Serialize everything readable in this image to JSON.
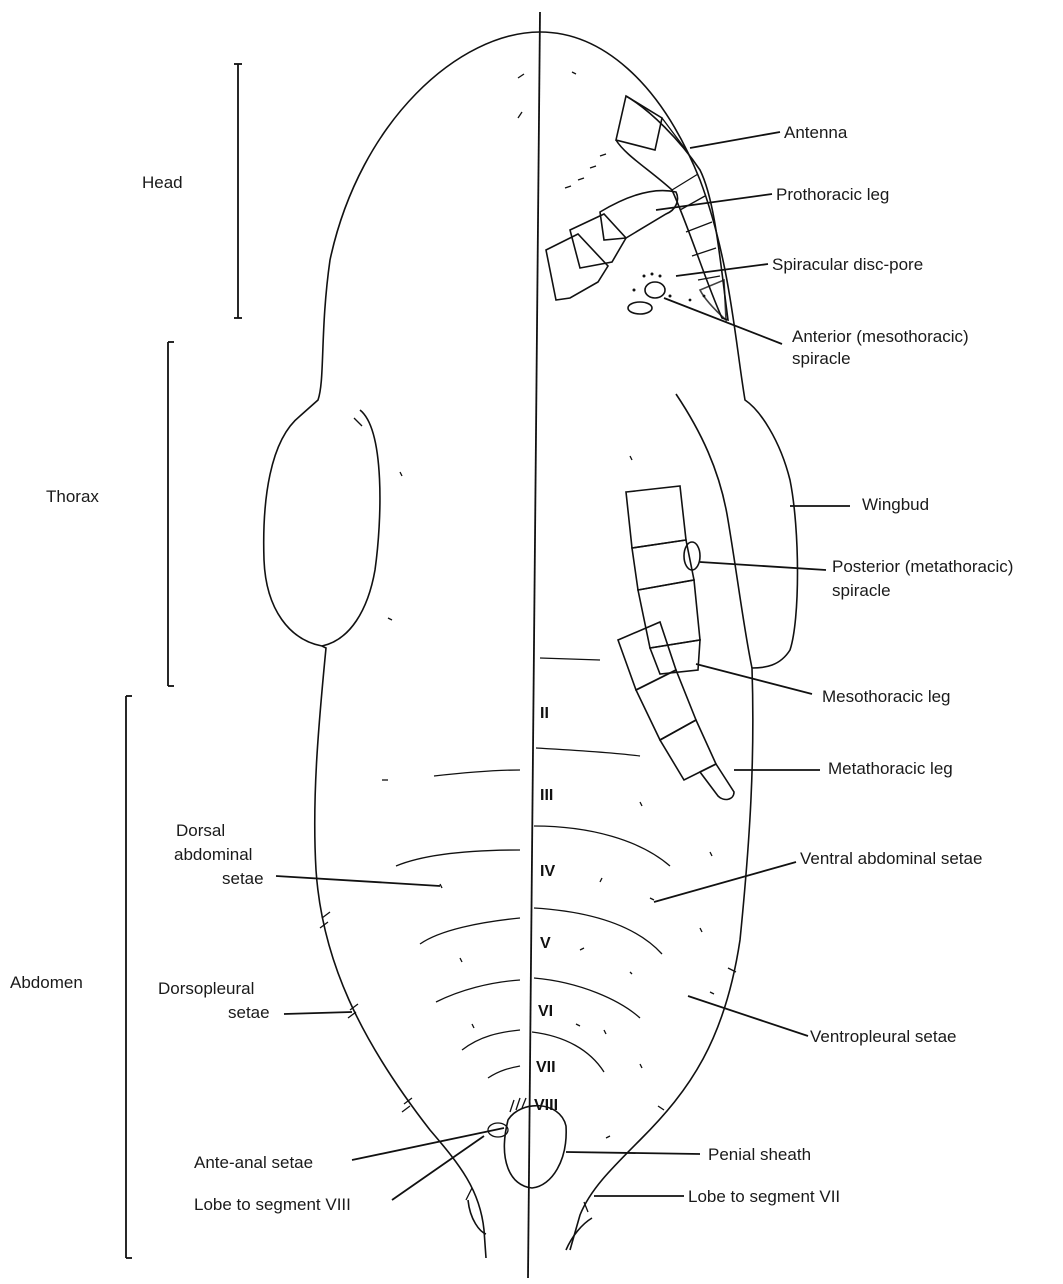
{
  "regions": {
    "head": "Head",
    "thorax": "Thorax",
    "abdomen": "Abdomen"
  },
  "labels": {
    "antenna": "Antenna",
    "prothoracic_leg": "Prothoracic leg",
    "spiracular_disc_pore": "Spiracular disc-pore",
    "anterior_spiracle_1": "Anterior (mesothoracic)",
    "anterior_spiracle_2": "spiracle",
    "wingbud": "Wingbud",
    "posterior_spiracle_1": "Posterior (metathoracic)",
    "posterior_spiracle_2": "spiracle",
    "mesothoracic_leg": "Mesothoracic leg",
    "metathoracic_leg": "Metathoracic leg",
    "ventral_abdominal_setae": "Ventral abdominal setae",
    "ventropleural_setae": "Ventropleural setae",
    "penial_sheath": "Penial sheath",
    "lobe_segment_vii": "Lobe to segment VII",
    "dorsal_abdominal_setae_1": "Dorsal",
    "dorsal_abdominal_setae_2": "abdominal",
    "dorsal_abdominal_setae_3": "setae",
    "dorsopleural_setae_1": "Dorsopleural",
    "dorsopleural_setae_2": "setae",
    "ante_anal_setae": "Ante-anal setae",
    "lobe_segment_viii": "Lobe to segment VIII"
  },
  "segments": [
    "II",
    "III",
    "IV",
    "V",
    "VI",
    "VII",
    "VIII"
  ],
  "colors": {
    "ink": "#111111",
    "background": "#ffffff"
  }
}
